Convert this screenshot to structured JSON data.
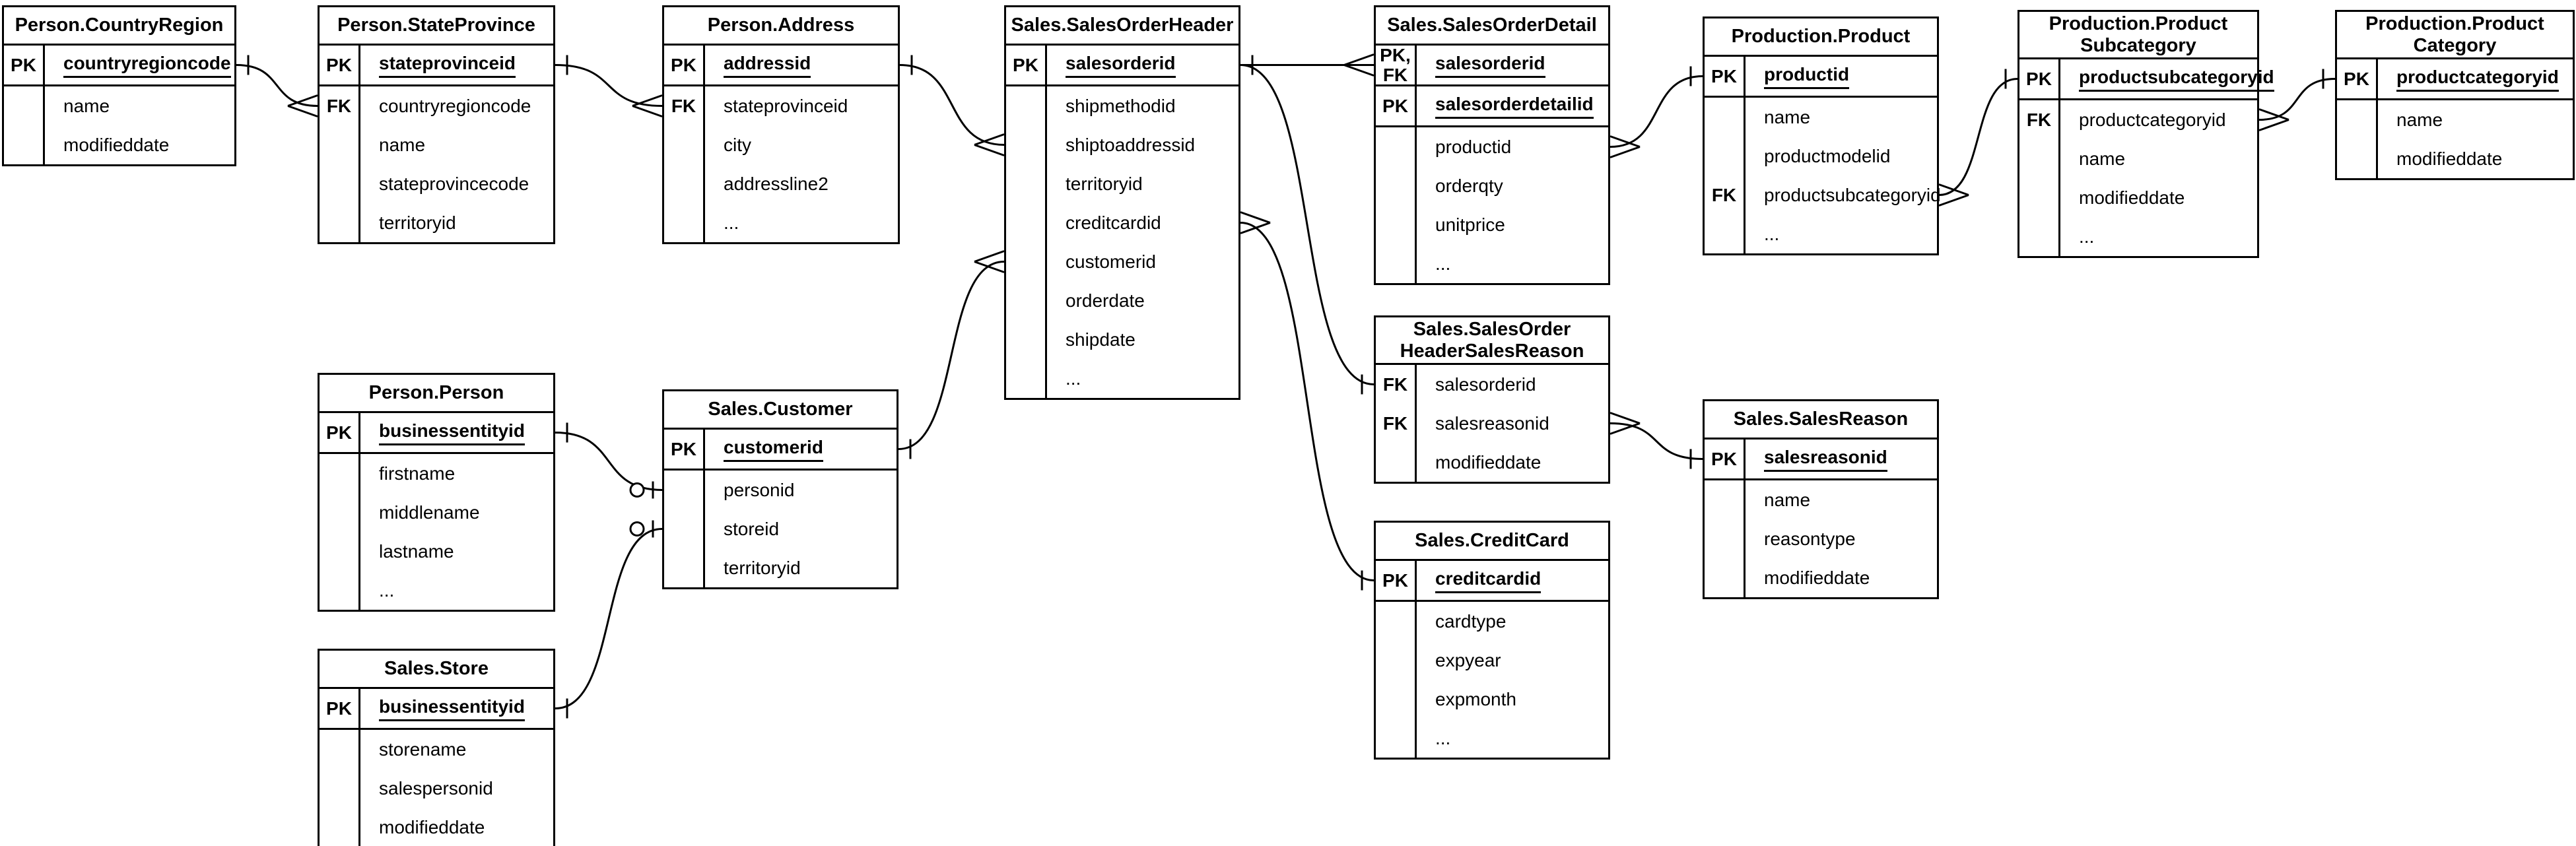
{
  "diagram": {
    "type": "entity-relationship",
    "notation": "crows-foot",
    "colors": {
      "stroke": "#000000",
      "background": "#ffffff",
      "text": "#000000"
    },
    "tables": [
      {
        "id": "countryregion",
        "title": "Person.CountryRegion",
        "sections": [
          {
            "rows": [
              {
                "key": "PK",
                "name": "countryregioncode",
                "pk": true
              }
            ]
          },
          {
            "rows": [
              {
                "key": "",
                "name": "name",
                "pk": false
              },
              {
                "key": "",
                "name": "modifieddate",
                "pk": false
              }
            ]
          }
        ]
      },
      {
        "id": "stateprovince",
        "title": "Person.StateProvince",
        "sections": [
          {
            "rows": [
              {
                "key": "PK",
                "name": "stateprovinceid",
                "pk": true
              }
            ]
          },
          {
            "rows": [
              {
                "key": "FK",
                "name": "countryregioncode",
                "pk": false
              },
              {
                "key": "",
                "name": "name",
                "pk": false
              },
              {
                "key": "",
                "name": "stateprovincecode",
                "pk": false
              },
              {
                "key": "",
                "name": "territoryid",
                "pk": false
              }
            ]
          }
        ]
      },
      {
        "id": "address",
        "title": "Person.Address",
        "sections": [
          {
            "rows": [
              {
                "key": "PK",
                "name": "addressid",
                "pk": true
              }
            ]
          },
          {
            "rows": [
              {
                "key": "FK",
                "name": "stateprovinceid",
                "pk": false
              },
              {
                "key": "",
                "name": "city",
                "pk": false
              },
              {
                "key": "",
                "name": "addressline2",
                "pk": false
              },
              {
                "key": "",
                "name": "...",
                "pk": false
              }
            ]
          }
        ]
      },
      {
        "id": "salesorderheader",
        "title": "Sales.SalesOrderHeader",
        "sections": [
          {
            "rows": [
              {
                "key": "PK",
                "name": "salesorderid",
                "pk": true
              }
            ]
          },
          {
            "rows": [
              {
                "key": "",
                "name": "shipmethodid",
                "pk": false
              },
              {
                "key": "",
                "name": "shiptoaddressid",
                "pk": false
              },
              {
                "key": "",
                "name": "territoryid",
                "pk": false
              },
              {
                "key": "",
                "name": "creditcardid",
                "pk": false
              },
              {
                "key": "",
                "name": "customerid",
                "pk": false
              },
              {
                "key": "",
                "name": "orderdate",
                "pk": false
              },
              {
                "key": "",
                "name": "shipdate",
                "pk": false
              },
              {
                "key": "",
                "name": "...",
                "pk": false
              }
            ]
          }
        ]
      },
      {
        "id": "salesorderdetail",
        "title": "Sales.SalesOrderDetail",
        "sections": [
          {
            "rows": [
              {
                "key": "PK,\nFK",
                "name": "salesorderid",
                "pk": true
              }
            ]
          },
          {
            "rows": [
              {
                "key": "PK",
                "name": "salesorderdetailid",
                "pk": true
              }
            ]
          },
          {
            "rows": [
              {
                "key": "",
                "name": "productid",
                "pk": false
              },
              {
                "key": "",
                "name": "orderqty",
                "pk": false
              },
              {
                "key": "",
                "name": "unitprice",
                "pk": false
              },
              {
                "key": "",
                "name": "...",
                "pk": false
              }
            ]
          }
        ]
      },
      {
        "id": "product",
        "title": "Production.Product",
        "sections": [
          {
            "rows": [
              {
                "key": "PK",
                "name": "productid",
                "pk": true
              }
            ]
          },
          {
            "rows": [
              {
                "key": "",
                "name": "name",
                "pk": false
              },
              {
                "key": "",
                "name": "productmodelid",
                "pk": false
              },
              {
                "key": "FK",
                "name": "productsubcategoryid",
                "pk": false
              },
              {
                "key": "",
                "name": "...",
                "pk": false
              }
            ]
          }
        ]
      },
      {
        "id": "productsubcategory",
        "title": "Production.Product\nSubcategory",
        "sections": [
          {
            "rows": [
              {
                "key": "PK",
                "name": "productsubcategoryid",
                "pk": true
              }
            ]
          },
          {
            "rows": [
              {
                "key": "FK",
                "name": "productcategoryid",
                "pk": false
              },
              {
                "key": "",
                "name": "name",
                "pk": false
              },
              {
                "key": "",
                "name": "modifieddate",
                "pk": false
              },
              {
                "key": "",
                "name": "...",
                "pk": false
              }
            ]
          }
        ]
      },
      {
        "id": "productcategory",
        "title": "Production.Product\nCategory",
        "sections": [
          {
            "rows": [
              {
                "key": "PK",
                "name": "productcategoryid",
                "pk": true
              }
            ]
          },
          {
            "rows": [
              {
                "key": "",
                "name": "name",
                "pk": false
              },
              {
                "key": "",
                "name": "modifieddate",
                "pk": false
              }
            ]
          }
        ]
      },
      {
        "id": "person",
        "title": "Person.Person",
        "sections": [
          {
            "rows": [
              {
                "key": "PK",
                "name": "businessentityid",
                "pk": true
              }
            ]
          },
          {
            "rows": [
              {
                "key": "",
                "name": "firstname",
                "pk": false
              },
              {
                "key": "",
                "name": "middlename",
                "pk": false
              },
              {
                "key": "",
                "name": "lastname",
                "pk": false
              },
              {
                "key": "",
                "name": "...",
                "pk": false
              }
            ]
          }
        ]
      },
      {
        "id": "customer",
        "title": "Sales.Customer",
        "sections": [
          {
            "rows": [
              {
                "key": "PK",
                "name": "customerid",
                "pk": true
              }
            ]
          },
          {
            "rows": [
              {
                "key": "",
                "name": "personid",
                "pk": false
              },
              {
                "key": "",
                "name": "storeid",
                "pk": false
              },
              {
                "key": "",
                "name": "territoryid",
                "pk": false
              }
            ]
          }
        ]
      },
      {
        "id": "store",
        "title": "Sales.Store",
        "sections": [
          {
            "rows": [
              {
                "key": "PK",
                "name": "businessentityid",
                "pk": true
              }
            ]
          },
          {
            "rows": [
              {
                "key": "",
                "name": "storename",
                "pk": false
              },
              {
                "key": "",
                "name": "salespersonid",
                "pk": false
              },
              {
                "key": "",
                "name": "modifieddate",
                "pk": false
              }
            ]
          }
        ]
      },
      {
        "id": "salesorderheadersalesreason",
        "title": "Sales.SalesOrder\nHeaderSalesReason",
        "sections": [
          {
            "rows": [
              {
                "key": "FK",
                "name": "salesorderid",
                "pk": false
              },
              {
                "key": "FK",
                "name": "salesreasonid",
                "pk": false
              },
              {
                "key": "",
                "name": "modifieddate",
                "pk": false
              }
            ]
          }
        ]
      },
      {
        "id": "salesreason",
        "title": "Sales.SalesReason",
        "sections": [
          {
            "rows": [
              {
                "key": "PK",
                "name": "salesreasonid",
                "pk": true
              }
            ]
          },
          {
            "rows": [
              {
                "key": "",
                "name": "name",
                "pk": false
              },
              {
                "key": "",
                "name": "reasontype",
                "pk": false
              },
              {
                "key": "",
                "name": "modifieddate",
                "pk": false
              }
            ]
          }
        ]
      },
      {
        "id": "creditcard",
        "title": "Sales.CreditCard",
        "sections": [
          {
            "rows": [
              {
                "key": "PK",
                "name": "creditcardid",
                "pk": true
              }
            ]
          },
          {
            "rows": [
              {
                "key": "",
                "name": "cardtype",
                "pk": false
              },
              {
                "key": "",
                "name": "expyear",
                "pk": false
              },
              {
                "key": "",
                "name": "expmonth",
                "pk": false
              },
              {
                "key": "",
                "name": "...",
                "pk": false
              }
            ]
          }
        ]
      }
    ],
    "relationships": [
      {
        "from": {
          "table": "countryregion",
          "column": "countryregioncode",
          "cardinality": "one"
        },
        "to": {
          "table": "stateprovince",
          "column": "countryregioncode",
          "cardinality": "many"
        }
      },
      {
        "from": {
          "table": "stateprovince",
          "column": "stateprovinceid",
          "cardinality": "one"
        },
        "to": {
          "table": "address",
          "column": "stateprovinceid",
          "cardinality": "many"
        }
      },
      {
        "from": {
          "table": "address",
          "column": "addressid",
          "cardinality": "one"
        },
        "to": {
          "table": "salesorderheader",
          "column": "shiptoaddressid",
          "cardinality": "many"
        }
      },
      {
        "from": {
          "table": "customer",
          "column": "customerid",
          "cardinality": "one"
        },
        "to": {
          "table": "salesorderheader",
          "column": "customerid",
          "cardinality": "many"
        }
      },
      {
        "from": {
          "table": "salesorderheader",
          "column": "salesorderid",
          "cardinality": "one"
        },
        "to": {
          "table": "salesorderdetail",
          "column": "salesorderid",
          "cardinality": "many"
        }
      },
      {
        "from": {
          "table": "salesorderheader",
          "column": "salesorderid",
          "cardinality": "one"
        },
        "to": {
          "table": "salesorderheadersalesreason",
          "column": "salesorderid",
          "cardinality": "one"
        }
      },
      {
        "from": {
          "table": "salesorderheader",
          "column": "creditcardid",
          "cardinality": "many"
        },
        "to": {
          "table": "creditcard",
          "column": "creditcardid",
          "cardinality": "one"
        }
      },
      {
        "from": {
          "table": "salesorderdetail",
          "column": "productid",
          "cardinality": "many"
        },
        "to": {
          "table": "product",
          "column": "productid",
          "cardinality": "one"
        }
      },
      {
        "from": {
          "table": "product",
          "column": "productsubcategoryid",
          "cardinality": "many"
        },
        "to": {
          "table": "productsubcategory",
          "column": "productsubcategoryid",
          "cardinality": "one"
        }
      },
      {
        "from": {
          "table": "productsubcategory",
          "column": "productcategoryid",
          "cardinality": "many"
        },
        "to": {
          "table": "productcategory",
          "column": "productcategoryid",
          "cardinality": "one"
        }
      },
      {
        "from": {
          "table": "person",
          "column": "businessentityid",
          "cardinality": "one"
        },
        "to": {
          "table": "customer",
          "column": "personid",
          "cardinality": "zero-or-one"
        }
      },
      {
        "from": {
          "table": "store",
          "column": "businessentityid",
          "cardinality": "one"
        },
        "to": {
          "table": "customer",
          "column": "storeid",
          "cardinality": "zero-or-one"
        }
      },
      {
        "from": {
          "table": "salesorderheadersalesreason",
          "column": "salesreasonid",
          "cardinality": "many"
        },
        "to": {
          "table": "salesreason",
          "column": "salesreasonid",
          "cardinality": "one"
        }
      }
    ]
  }
}
